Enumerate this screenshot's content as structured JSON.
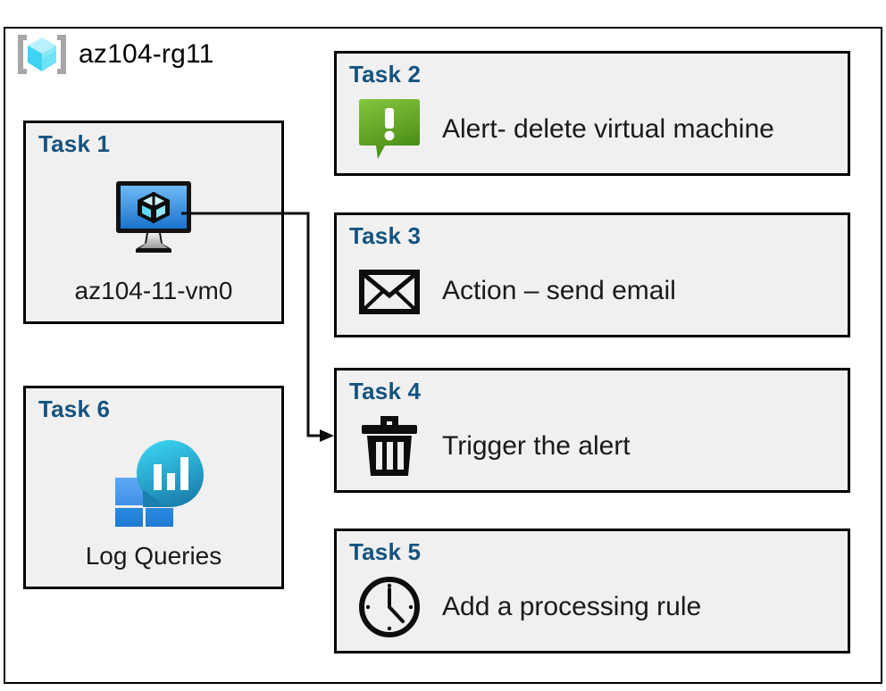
{
  "diagram": {
    "type": "azure-resource-group-task-diagram",
    "resource_group": {
      "name": "az104-rg11",
      "icon": "azure-resource-group-icon"
    },
    "colors": {
      "task_label": "#15537f",
      "card_fill": "#f0f0f0",
      "card_border": "#000000",
      "alert_green_light": "#7dbe3c",
      "alert_green_dark": "#4f9019",
      "vm_blue_light": "#5badf0",
      "vm_blue_dark": "#1f7ad0",
      "log_cyan": "#32cdea",
      "log_teal": "#1b87b8",
      "log_blue": "#2080d8"
    },
    "left_column": [
      {
        "id": "task-1",
        "title": "Task 1",
        "caption": "az104-11-vm0",
        "icon": "virtual-machine-icon"
      },
      {
        "id": "task-6",
        "title": "Task 6",
        "caption": "Log Queries",
        "icon": "log-queries-icon"
      }
    ],
    "right_column": [
      {
        "id": "task-2",
        "title": "Task 2",
        "text": "Alert- delete virtual machine",
        "icon": "alert-bubble-icon"
      },
      {
        "id": "task-3",
        "title": "Task 3",
        "text": "Action – send email",
        "icon": "envelope-icon"
      },
      {
        "id": "task-4",
        "title": "Task 4",
        "text": "Trigger the alert",
        "icon": "trash-can-icon"
      },
      {
        "id": "task-5",
        "title": "Task 5",
        "text": "Add a processing rule",
        "icon": "clock-icon"
      }
    ],
    "connector": {
      "from": "task-1",
      "to": "task-4",
      "arrow": "arrow-right"
    }
  }
}
